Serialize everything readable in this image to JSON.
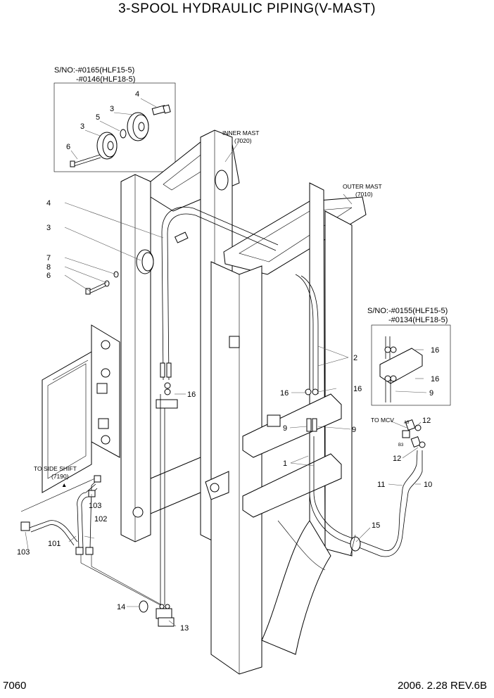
{
  "title": "3-SPOOL HYDRAULIC PIPING(V-MAST)",
  "page_number": "7060",
  "revision": "2006. 2.28  REV.6B",
  "serial_notes": {
    "top_line1": "S/NO:-#0165(HLF15-5)",
    "top_line2": "-#0146(HLF18-5)",
    "right_line1": "S/NO:-#0155(HLF15-5)",
    "right_line2": "-#0134(HLF18-5)"
  },
  "callouts": {
    "inner_mast": "INNER MAST",
    "inner_mast_ref": "(7020)",
    "outer_mast": "OUTER MAST",
    "outer_mast_ref": "(7010)",
    "side_shift": "TO SIDE SHIFT",
    "side_shift_ref": "(7190)",
    "to_mcv": "TO MCV",
    "port_a3": "A3",
    "port_b3": "B3"
  },
  "part_labels": {
    "p1": "1",
    "p2": "2",
    "p3a": "3",
    "p3b": "3",
    "p3c": "3",
    "p4a": "4",
    "p4b": "4",
    "p5": "5",
    "p6a": "6",
    "p6b": "6",
    "p7": "7",
    "p8": "8",
    "p9a": "9",
    "p9b": "9",
    "p9c": "9",
    "p10": "10",
    "p11": "11",
    "p12a": "12",
    "p12b": "12",
    "p13": "13",
    "p14": "14",
    "p15": "15",
    "p16a": "16",
    "p16b": "16",
    "p16c": "16",
    "p16d": "16",
    "p16e": "16",
    "p101": "101",
    "p102": "102",
    "p103a": "103",
    "p103b": "103"
  }
}
